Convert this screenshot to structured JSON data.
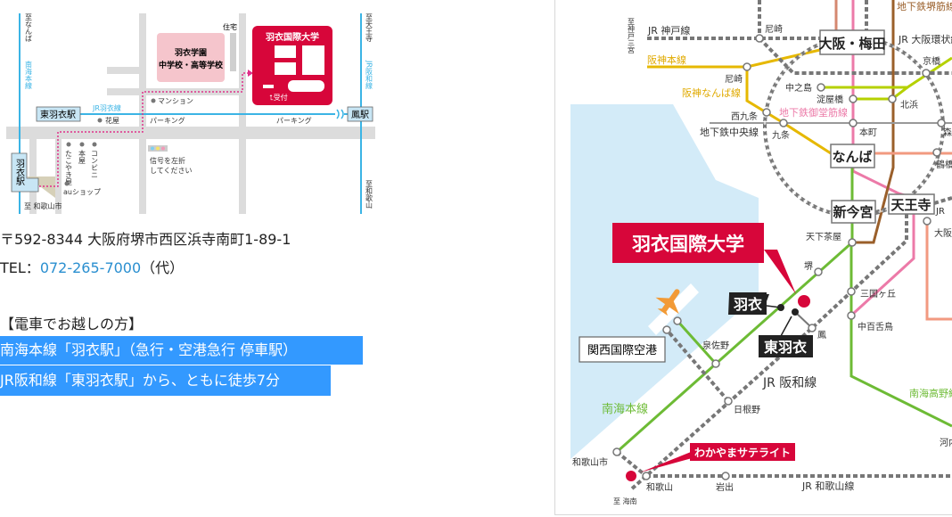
{
  "campus_map": {
    "left_dest_top": "至なんば",
    "left_line": "南海本線",
    "right_dest_top": "至天王寺",
    "right_line": "JR阪和線",
    "right_dest_bottom": "至和歌山",
    "bottom_dest": "至 和歌山市",
    "jr_line": "JR羽衣線",
    "station_higashi": "東羽衣駅",
    "station_otori": "鳳駅",
    "station_hagoromo": "羽衣駅",
    "school_line1": "羽衣学園",
    "school_line2": "中学校・高等学校",
    "university": "羽衣国際大学",
    "reception": "受付",
    "housing": "住宅",
    "mansion": "マンション",
    "florist": "花屋",
    "parking1": "パーキング",
    "parking2": "パーキング",
    "takoyaki": "たこやき屋",
    "bookstore": "本屋",
    "konbini": "コンビニ",
    "au_shop": "auショップ",
    "signal_note_1": "信号を左折",
    "signal_note_2": "してください"
  },
  "info": {
    "address": "〒592-8344  大阪府堺市西区浜寺南町1-89-1",
    "tel_label": "TEL：",
    "tel_number": "072-265-7000",
    "tel_suffix": "（代）",
    "train_heading": "【電車でお越しの方】",
    "train_line1": "南海本線「羽衣駅」（急行・空港急行 停車駅）",
    "train_line2": "JR阪和線「東羽衣駅」から、ともに徒歩7分"
  },
  "route_map": {
    "kobe_dest": "至神戸三宮",
    "jr_kobe": "JR 神戸線",
    "hanshin_main": "阪神本線",
    "hanshin_namba": "阪神なんば線",
    "sakaisuji": "地下鉄堺筋線",
    "midosuji": "地下鉄御堂筋線",
    "chuo": "地下鉄中央線",
    "loop": "JR 大阪環状線",
    "hanwa": "JR 阪和線",
    "wakayama_line": "JR 和歌山線",
    "nankai_main": "南海本線",
    "nankai_koya": "南海高野線",
    "kaiso_dest": "至 海南",
    "hubs": {
      "umeda": "大阪・梅田",
      "namba": "なんば",
      "shinimamiya": "新今宮",
      "tennoji": "天王寺"
    },
    "stations": {
      "amagasaki_jr": "尼崎",
      "amagasaki_hs": "尼崎",
      "kyobashi": "京橋",
      "nakanoshima": "中之島",
      "yodoyabashi": "淀屋橋",
      "kitahama": "北浜",
      "nishikujo": "西九条",
      "kujo": "九条",
      "honmachi": "本町",
      "tsuruhashi": "鶴橋",
      "morinomiya": "森",
      "tengachaya": "天下茶屋",
      "sakai": "堺",
      "mikunigaoka": "三国ヶ丘",
      "nakamozu": "中百舌鳥",
      "otori": "鳳",
      "izumisano": "泉佐野",
      "hineno": "日根野",
      "wakayamashi": "和歌山市",
      "wakayama": "和歌山",
      "iwade": "岩出",
      "abeno": "大阪阿倍野",
      "kawachi": "河内",
      "jr_tennoji": "JR"
    },
    "hagoromo": "羽衣",
    "higashi_hagoromo": "東羽衣",
    "university_banner": "羽衣国際大学",
    "satellite_banner": "わかやまサテライト",
    "airport": "関西国際空港"
  },
  "colors": {
    "brand_red": "#d7063a",
    "selection": "#3399ff",
    "jr_blue": "#3bb4e5",
    "nankai_green": "#6dbb35",
    "hanshin_yellow": "#e6b800",
    "midosuji_pink": "#ec7aa8",
    "sakaisuji_brown": "#9a5f2a",
    "kintetsu_salmon": "#f29a80",
    "keihan_lime": "#b5d100"
  }
}
